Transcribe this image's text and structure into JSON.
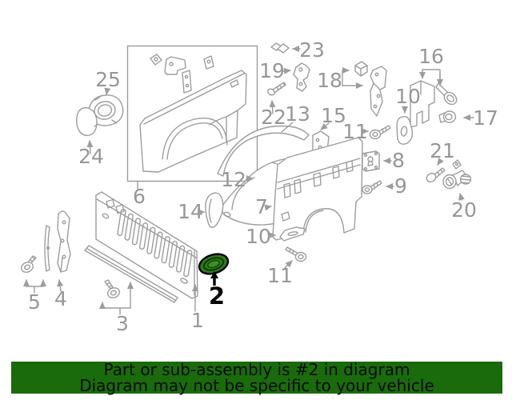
{
  "title_banner": {
    "line1": "Part or sub-assembly is #2 in diagram",
    "line2": "Diagram may not be specific to your vehicle",
    "background_color": "#1a6b0b",
    "text_color": "#0b0b0b"
  },
  "diagram": {
    "type": "exploded-parts-diagram",
    "line_color": "#9d9d9d",
    "label_color": "#979797",
    "highlighted_part": {
      "number": "2",
      "fill_color": "#2e7a1b",
      "inner_ring_color": "#0b3c05",
      "outline_color": "#000000"
    },
    "callouts": [
      {
        "label": "25"
      },
      {
        "label": "24"
      },
      {
        "label": "6"
      },
      {
        "label": "23"
      },
      {
        "label": "19"
      },
      {
        "label": "22"
      },
      {
        "label": "18"
      },
      {
        "label": "13"
      },
      {
        "label": "15"
      },
      {
        "label": "12"
      },
      {
        "label": "16"
      },
      {
        "label": "10"
      },
      {
        "label": "17"
      },
      {
        "label": "11"
      },
      {
        "label": "8"
      },
      {
        "label": "9"
      },
      {
        "label": "21"
      },
      {
        "label": "20"
      },
      {
        "label": "14"
      },
      {
        "label": "7"
      },
      {
        "label": "10"
      },
      {
        "label": "11"
      },
      {
        "label": "2"
      },
      {
        "label": "1"
      },
      {
        "label": "3"
      },
      {
        "label": "5"
      },
      {
        "label": "4"
      }
    ]
  }
}
